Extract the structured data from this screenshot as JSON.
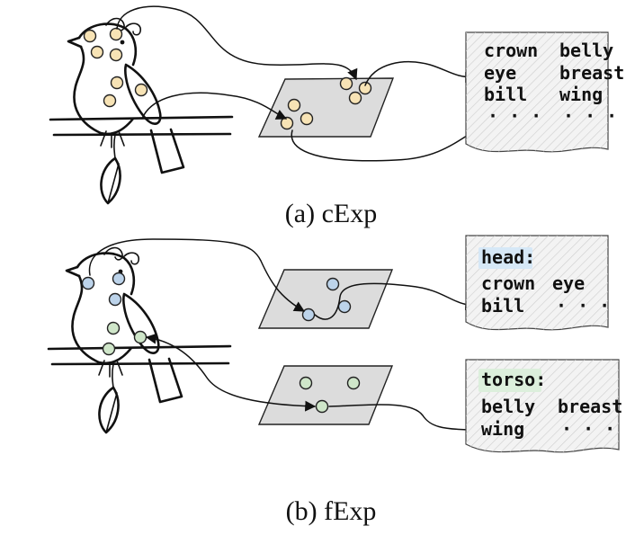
{
  "panels": [
    {
      "caption": "(a) cExp",
      "concepts": [
        {
          "left": "crown",
          "right": "belly"
        },
        {
          "left": "eye",
          "right": "breast"
        },
        {
          "left": "bill",
          "right": "wing"
        },
        {
          "left": "· · ·",
          "right": "· · ·"
        }
      ],
      "dot_color": "#f7e3b5"
    },
    {
      "caption": "(b) fExp",
      "groups": [
        {
          "title": "head:",
          "highlight": "#d6e8f7",
          "dot_color": "#bcd3ea",
          "rows": [
            {
              "left": "crown",
              "right": "eye"
            },
            {
              "left": "bill",
              "right": "· · ·"
            }
          ]
        },
        {
          "title": "torso:",
          "highlight": "#dcefdc",
          "dot_color": "#cfe6c9",
          "rows": [
            {
              "left": "belly",
              "right": "breast"
            },
            {
              "left": "wing",
              "right": "· · ·"
            }
          ]
        }
      ]
    }
  ]
}
